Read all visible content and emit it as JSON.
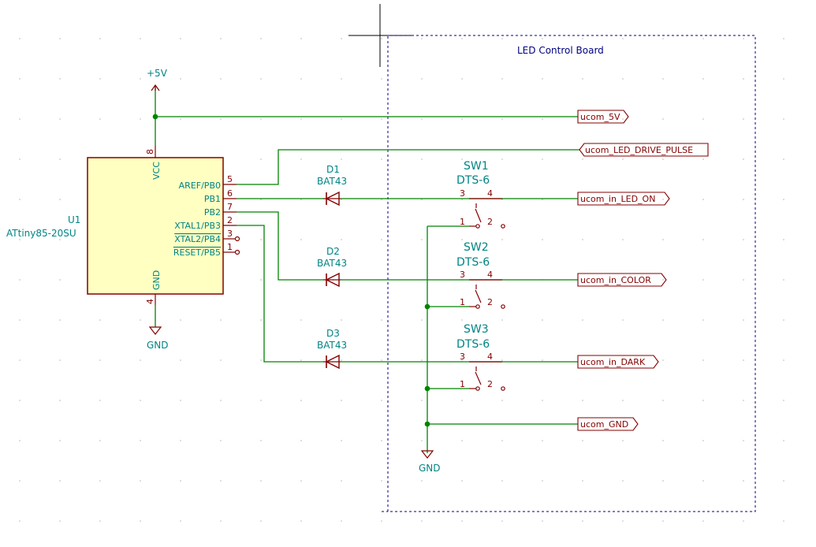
{
  "sheet": {
    "title": "LED Control Board"
  },
  "power": {
    "vcc_label": "+5V",
    "gnd_label_left": "GND",
    "gnd_label_right": "GND"
  },
  "ic": {
    "ref": "U1",
    "value": "ATtiny85-20SU",
    "vcc_pin_name": "VCC",
    "vcc_pin_num": "8",
    "gnd_pin_name": "GND",
    "gnd_pin_num": "4",
    "pins": [
      {
        "num": "5",
        "name": "AREF/PB0"
      },
      {
        "num": "6",
        "name": "PB1"
      },
      {
        "num": "7",
        "name": "PB2"
      },
      {
        "num": "2",
        "name": "XTAL1/PB3"
      },
      {
        "num": "3",
        "name": "XTAL2/PB4"
      },
      {
        "num": "1",
        "name": "RESET/PB5"
      }
    ]
  },
  "diodes": [
    {
      "ref": "D1",
      "value": "BAT43"
    },
    {
      "ref": "D2",
      "value": "BAT43"
    },
    {
      "ref": "D3",
      "value": "BAT43"
    }
  ],
  "switches": [
    {
      "ref": "SW1",
      "value": "DTS-6",
      "pins": [
        "3",
        "4",
        "1",
        "2"
      ]
    },
    {
      "ref": "SW2",
      "value": "DTS-6",
      "pins": [
        "3",
        "4",
        "1",
        "2"
      ]
    },
    {
      "ref": "SW3",
      "value": "DTS-6",
      "pins": [
        "3",
        "4",
        "1",
        "2"
      ]
    }
  ],
  "labels": [
    "ucom_5V",
    "ucom_LED_DRIVE_PULSE",
    "ucom_in_LED_ON",
    "ucom_in_COLOR",
    "ucom_in_DARK",
    "ucom_GND"
  ],
  "colors": {
    "wire": "#008400",
    "component": "#840000",
    "ic_fill": "#ffffc2",
    "text": "#008484",
    "sheet_border": "#000084"
  }
}
